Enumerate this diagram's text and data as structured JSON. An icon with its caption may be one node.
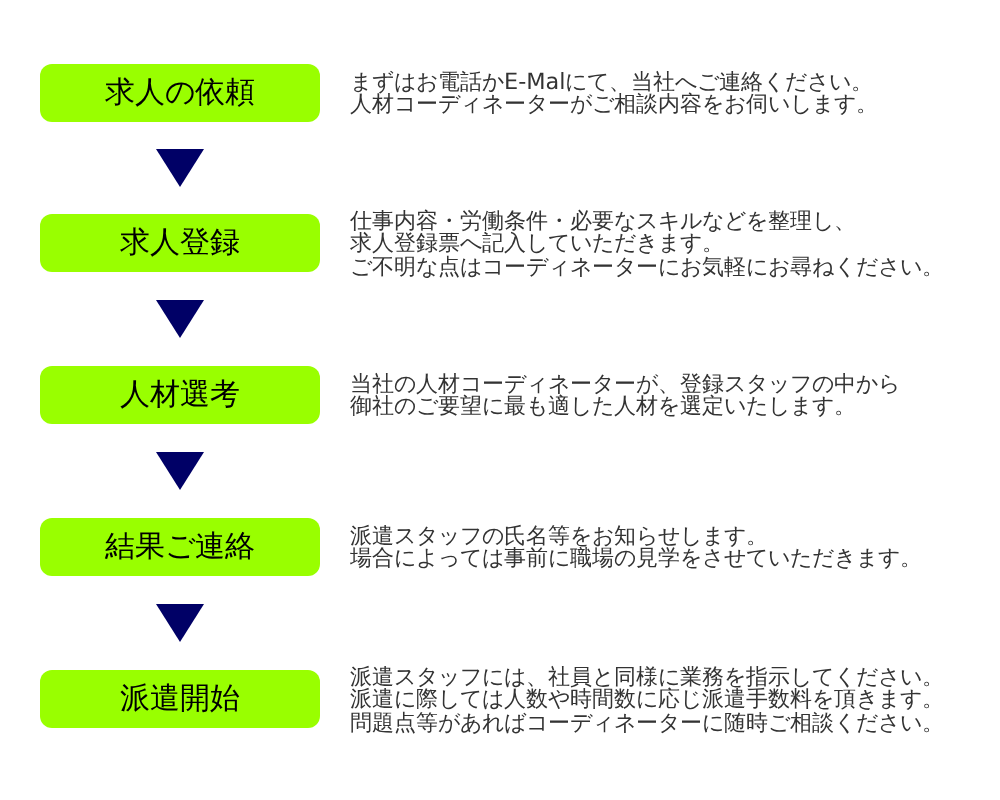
{
  "diagram": {
    "nodes": [
      {
        "text": [
          "求人の依頼"
        ],
        "beside": [
          "まずはお電話かE-Malにて、当社へご連絡ください。",
          "人材コーディネーターがご相談内容をお伺いします。"
        ]
      },
      {
        "text": [
          "求人登録"
        ],
        "beside": [
          "仕事内容・労働条件・必要なスキルなどを整理し、",
          "求人登録票へ記入していただきます。",
          "ご不明な点はコーディネーターにお気軽にお尋ねください。"
        ]
      },
      {
        "text": [
          "人材選考"
        ],
        "beside": [
          "当社の人材コーディネーターが、登録スタッフの中から",
          "御社のご要望に最も適した人材を選定いたします。"
        ]
      },
      {
        "text": [
          "結果ご連絡"
        ],
        "beside": [
          "派遣スタッフの氏名等をお知らせします。",
          "場合によっては事前に職場の見学をさせていただきます。"
        ]
      },
      {
        "text": [
          "派遣開始"
        ],
        "beside": [
          "派遣スタッフには、社員と同様に業務を指示してください。",
          "派遣に際しては人数や時間数に応じ派遣手数料を頂きます。",
          "問題点等があればコーディネーターに随時ご相談ください。"
        ]
      }
    ],
    "edges": [
      {
        "from": 0,
        "to": 1,
        "arrow": "to"
      },
      {
        "from": 1,
        "to": 2,
        "arrow": "to"
      },
      {
        "from": 2,
        "to": 3,
        "arrow": "to"
      },
      {
        "from": 3,
        "to": 4,
        "arrow": "to"
      }
    ]
  }
}
